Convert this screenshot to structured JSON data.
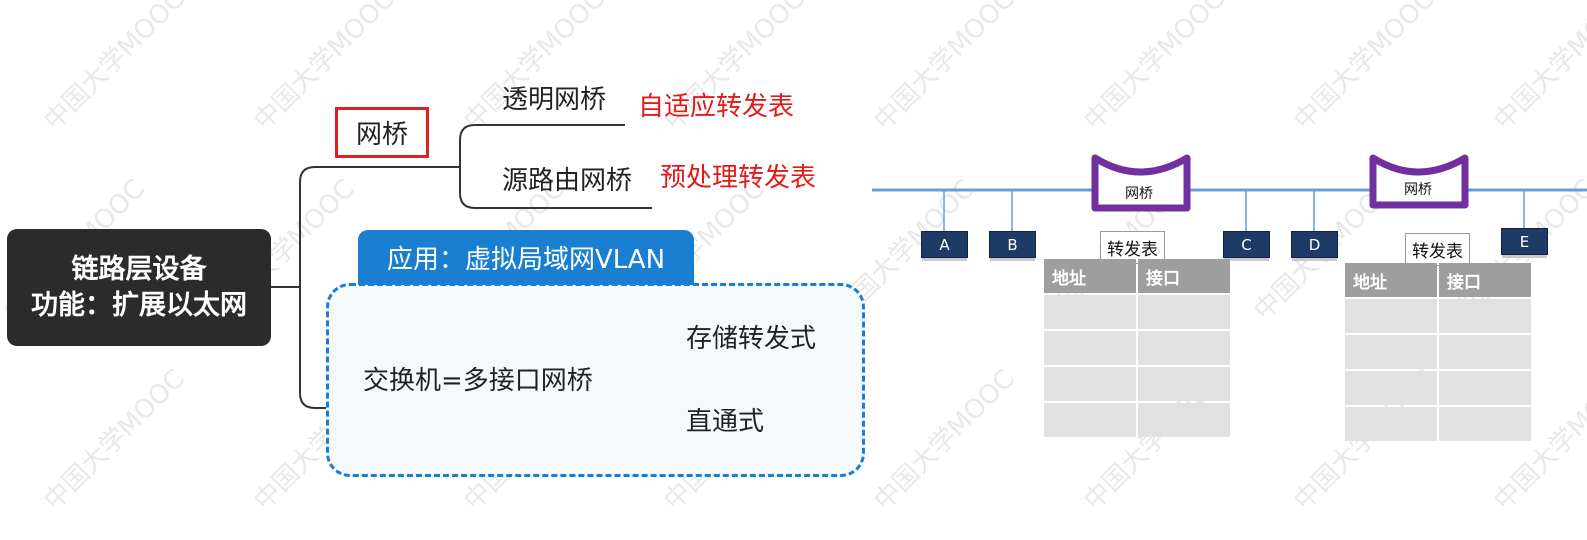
{
  "watermark": "中国大学MOOC",
  "mindmap": {
    "root": {
      "line1": "链路层设备",
      "line2": "功能：扩展以太网"
    },
    "bridge": {
      "label": "网桥",
      "children": [
        {
          "label": "透明网桥",
          "note": "自适应转发表"
        },
        {
          "label": "源路由网桥",
          "note": "预处理转发表"
        }
      ]
    },
    "vlan_tab": "应用：虚拟局域网VLAN",
    "switch": {
      "label": "交换机=多接口网桥",
      "children": [
        {
          "label": "存储转发式"
        },
        {
          "label": "直通式"
        }
      ]
    }
  },
  "network": {
    "bridges": [
      {
        "label": "网桥"
      },
      {
        "label": "网桥"
      }
    ],
    "hosts": [
      "A",
      "B",
      "C",
      "D",
      "E"
    ],
    "tables": [
      {
        "title": "转发表",
        "headers": [
          "地址",
          "接口"
        ],
        "rows": 4
      },
      {
        "title": "转发表",
        "headers": [
          "地址",
          "接口"
        ],
        "rows": 4
      }
    ],
    "colors": {
      "bus": "#6a9fd6",
      "bridge": "#7030a0",
      "host": "#1e3a66",
      "vlan": "#1a7fd1",
      "highlight": "#e02020"
    }
  }
}
